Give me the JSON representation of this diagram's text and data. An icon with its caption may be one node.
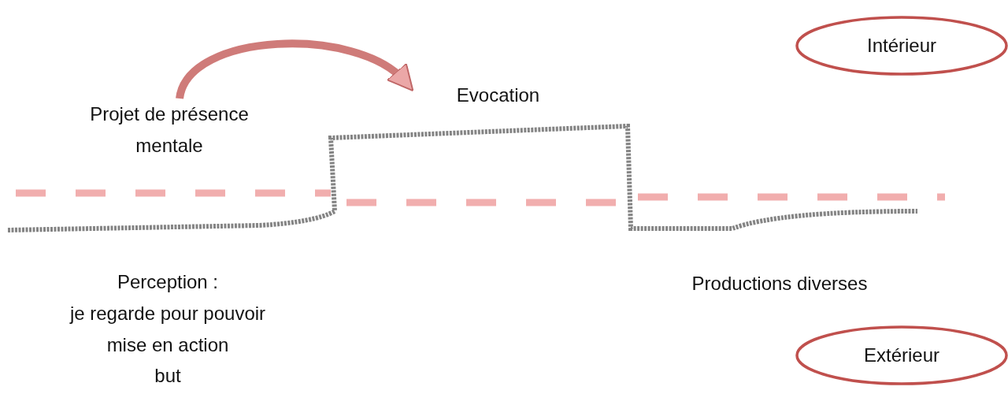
{
  "diagram": {
    "nodes": [
      {
        "text": [
          "Intérieur"
        ]
      },
      {
        "text": [
          "Evocation"
        ]
      },
      {
        "text": [
          "Projet de présence mentale"
        ]
      },
      {
        "text": [
          "Extérieur"
        ]
      }
    ],
    "edges": [
      {
        "from": 2,
        "to": 1,
        "arrow": "to",
        "color": "#c0504d"
      }
    ],
    "labels": [
      "Perception :",
      "je regarde pour pouvoir",
      "mise en action",
      "but",
      "Productions diverses"
    ]
  }
}
